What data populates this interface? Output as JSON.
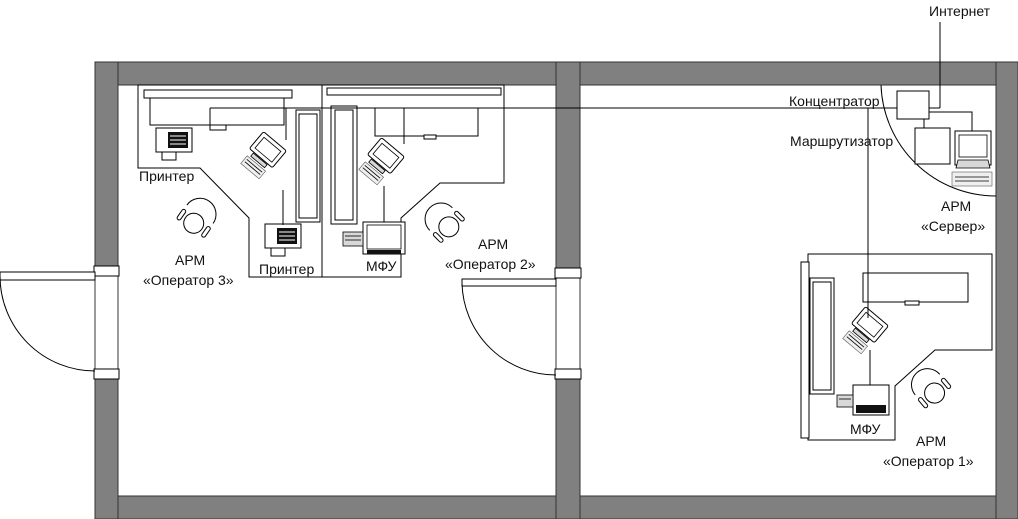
{
  "labels": {
    "internet": "Интернет",
    "hub": "Концентратор",
    "router": "Маршрутизатор",
    "server_line1": "АРМ",
    "server_line2": "«Сервер»",
    "printer_top": "Принтер",
    "printer_bottom": "Принтер",
    "mfu_left": "МФУ",
    "mfu_right": "МФУ",
    "op3_line1": "АРМ",
    "op3_line2": "«Оператор 3»",
    "op2_line1": "АРМ",
    "op2_line2": "«Оператор 2»",
    "op1_line1": "АРМ",
    "op1_line2": "«Оператор 1»"
  },
  "colors": {
    "wall": "#808080",
    "line": "#000000",
    "background": "#ffffff"
  }
}
